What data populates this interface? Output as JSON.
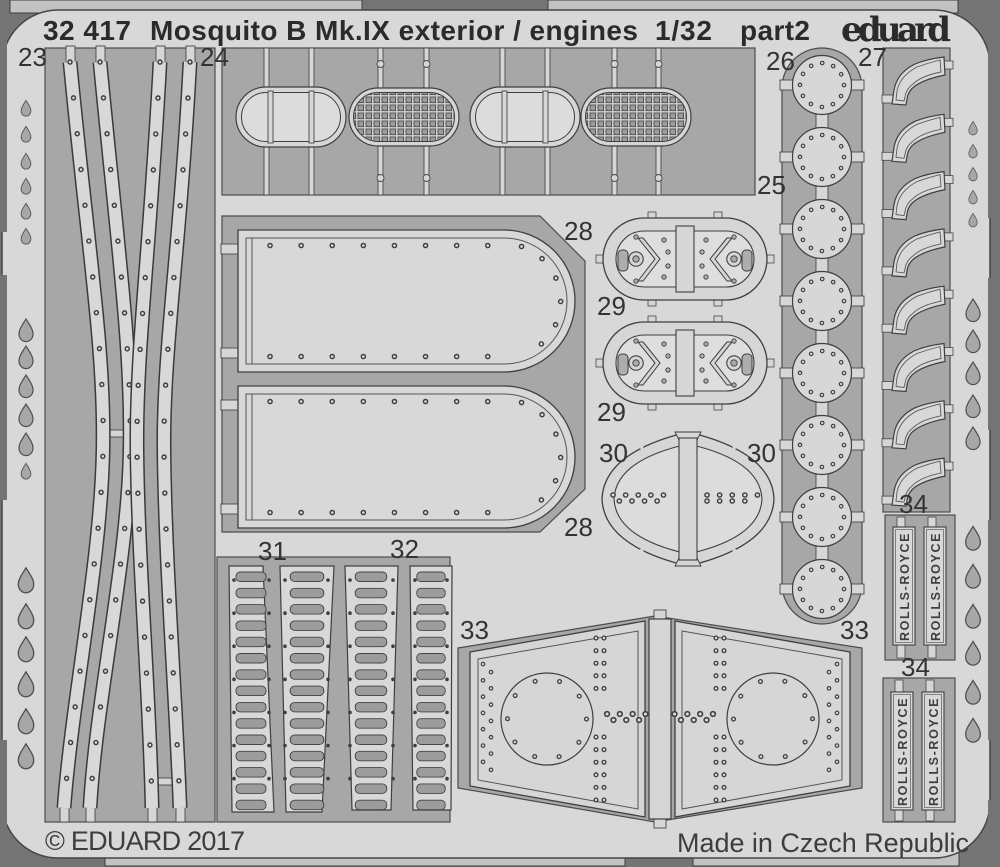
{
  "header": {
    "catalog_number": "32 417",
    "title": "Mosquito B Mk.IX exterior / engines",
    "scale": "1/32",
    "part": "part2",
    "brand": "eduard"
  },
  "footer": {
    "copyright": "© EDUARD 2017",
    "made_in": "Made in Czech Republic"
  },
  "part_numbers": {
    "p23": "23",
    "p24": "24",
    "p25": "25",
    "p26": "26",
    "p27": "27",
    "p28": "28",
    "p29": "29",
    "p30": "30",
    "p31": "31",
    "p32": "32",
    "p33": "33",
    "p34": "34"
  },
  "engravings": {
    "rolls_royce": "ROLLS-ROYCE"
  },
  "colors": {
    "background": "#747474",
    "sheet": "#d8d8d8",
    "etched_area": "#a7a7a7",
    "part_fill": "#d6d6d6",
    "hole_fill": "#9c9c9c",
    "outline": "#3f3f3f",
    "text": "#2e2e2e"
  }
}
